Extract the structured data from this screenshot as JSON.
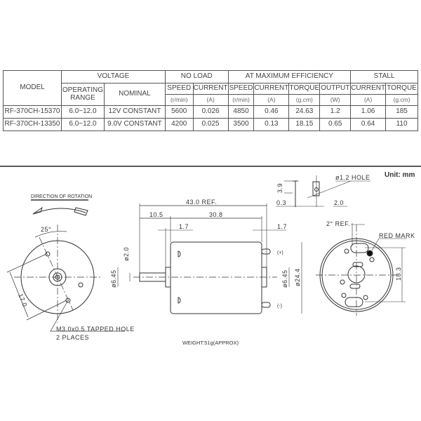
{
  "table": {
    "model_header": "MODEL",
    "voltage_header": "VOLTAGE",
    "no_load_header": "NO LOAD",
    "max_eff_header": "AT MAXIMUM EFFICIENCY",
    "stall_header": "STALL",
    "operating_range": "OPERATING RANGE",
    "nominal": "NOMINAL",
    "sub_headers": [
      "SPEED",
      "CURRENT",
      "SPEED",
      "CURRENT",
      "TORQUE",
      "OUTPUT",
      "CURRENT",
      "TORQUE"
    ],
    "units": [
      "(r/min)",
      "(A)",
      "(r/min)",
      "(A)",
      "(g.cm)",
      "(W)",
      "(A)",
      "(g.cm)"
    ],
    "rows": [
      [
        "RF-370CH-15370",
        "6.0~12.0",
        "12V CONSTANT",
        "5600",
        "0.026",
        "4850",
        "0.46",
        "24.63",
        "1.2",
        "1.06",
        "185"
      ],
      [
        "RF-370CH-13350",
        "6.0~12.0",
        "9.0V CONSTANT",
        "4200",
        "0.025",
        "3500",
        "0.13",
        "18.15",
        "0.65",
        "0.64",
        "110"
      ]
    ]
  },
  "drawing": {
    "unit": "Unit: mm",
    "direction_of_rotation": "DIRECTION OF ROTATION",
    "angle_25": "25°",
    "dim_17": "17.0",
    "tapped_hole": "M3.0x0.5 TAPPED HOLE",
    "two_places": "2 PLACES",
    "dim_43": "43.0 REF.",
    "dim_10_5": "10.5",
    "dim_30_8": "30.8",
    "dim_1_7_left": "1.7",
    "dim_1_7_right": "1.7",
    "dim_shaft": "ø2.0",
    "dim_bushing_left": "ø6.45",
    "dim_bushing_right": "ø6.45",
    "dim_body": "ø24.4",
    "plus": "(+)",
    "minus": "(-)",
    "dim_3_9": "3.9",
    "dim_0_3": "0.3",
    "dim_2_0": "2.0",
    "hole": "ø1.2 HOLE",
    "angle_2": "2° REF.",
    "red_mark": "RED MARK",
    "dim_18_3": "18.3",
    "weight": "WEIGHT:51g(APPROX)"
  }
}
